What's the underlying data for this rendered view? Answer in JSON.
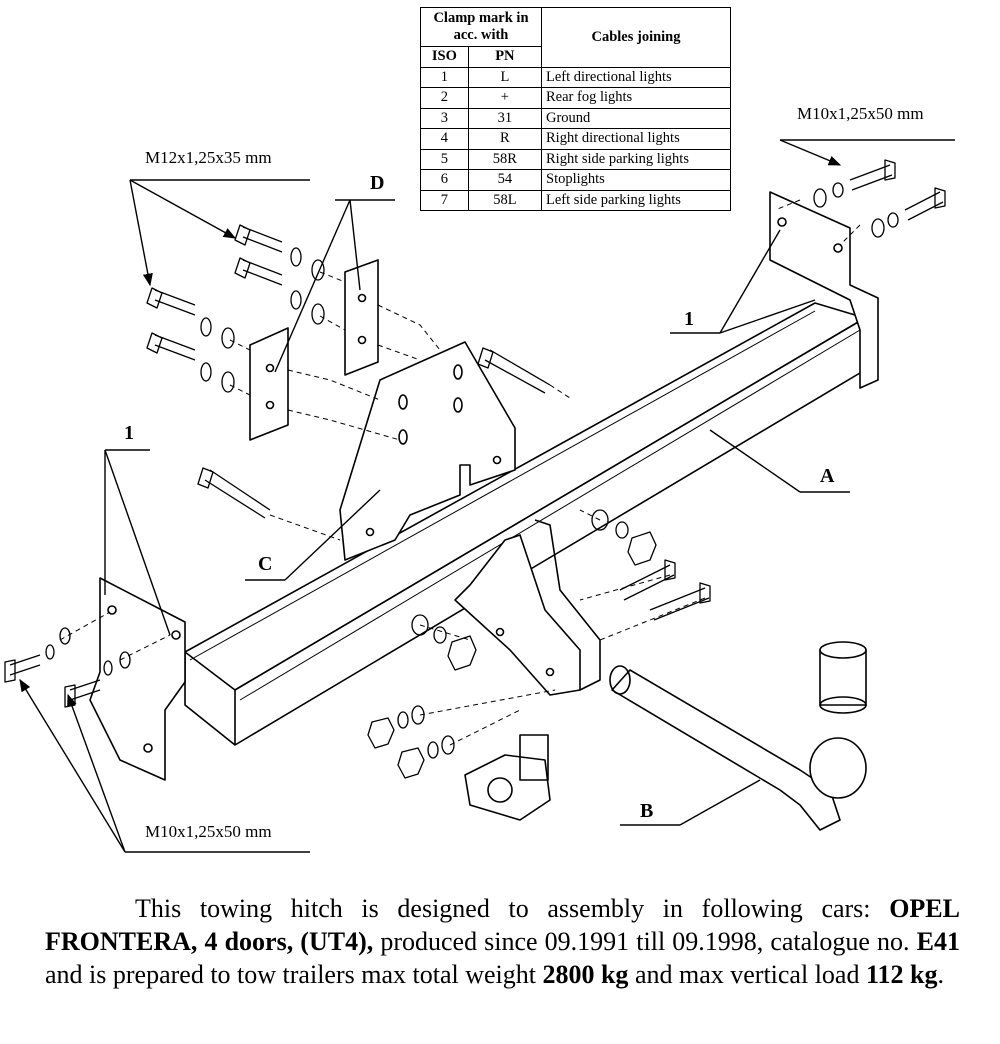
{
  "table": {
    "head_clamp": "Clamp mark in acc. with",
    "head_cables": "Cables joining",
    "head_iso": "ISO",
    "head_pn": "PN",
    "rows": [
      {
        "iso": "1",
        "pn": "L",
        "cable": "Left directional lights"
      },
      {
        "iso": "2",
        "pn": "+",
        "cable": "Rear fog lights"
      },
      {
        "iso": "3",
        "pn": "31",
        "cable": "Ground"
      },
      {
        "iso": "4",
        "pn": "R",
        "cable": "Right directional lights"
      },
      {
        "iso": "5",
        "pn": "58R",
        "cable": "Right side parking lights"
      },
      {
        "iso": "6",
        "pn": "54",
        "cable": "Stoplights"
      },
      {
        "iso": "7",
        "pn": "58L",
        "cable": "Left side parking lights"
      }
    ]
  },
  "labels": {
    "bolt_m12": "M12x1,25x35 mm",
    "bolt_m10_top": "M10x1,25x50 mm",
    "bolt_m10_bottom": "M10x1,25x50 mm",
    "part_a": "A",
    "part_b": "B",
    "part_c": "C",
    "part_d": "D",
    "part_1_left": "1",
    "part_1_right": "1"
  },
  "caption": {
    "t1": "This towing hitch is designed to assembly in following cars:",
    "car": "OPEL FRONTERA, 4 doors, (UT4),",
    "t2": " produced since 09.1991 till 09.1998, catalogue no. ",
    "catalog": "E41",
    "t3": " and is prepared to tow trailers max total weight ",
    "weight": "2800 kg",
    "t4": " and max vertical load ",
    "vload": "112 kg",
    "t5": "."
  }
}
